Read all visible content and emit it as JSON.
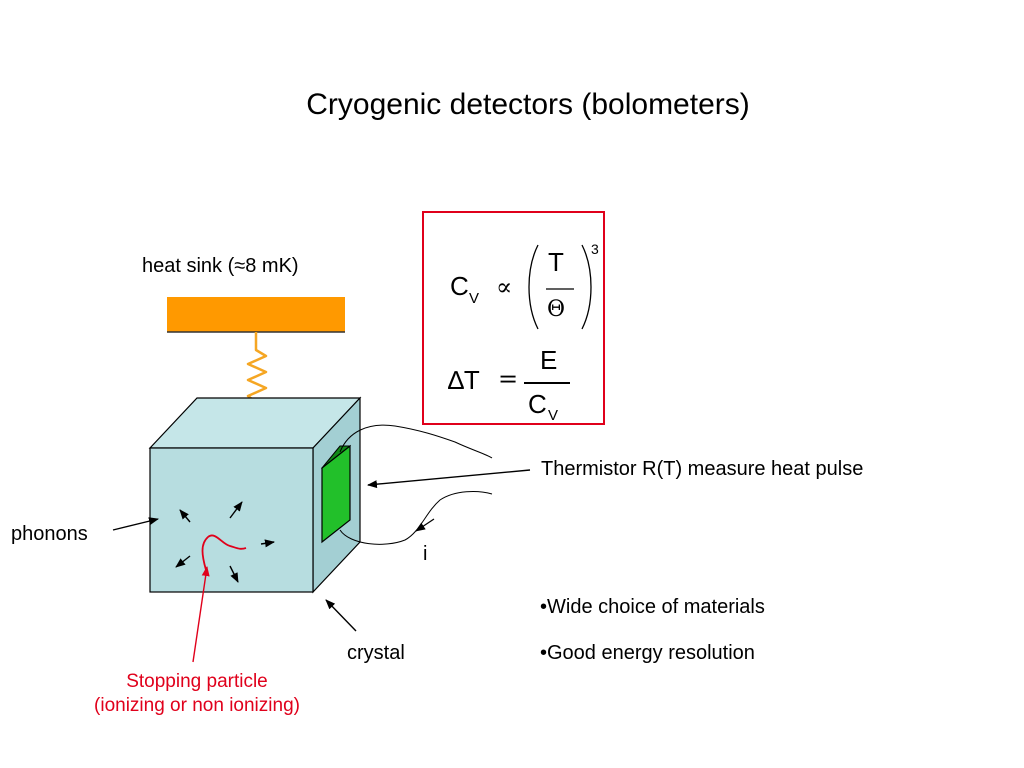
{
  "slide": {
    "title": "Cryogenic detectors (bolometers)"
  },
  "labels": {
    "heat_sink": "heat sink (≈8 mK)",
    "phonons": "phonons",
    "crystal": "crystal",
    "current": "i",
    "thermistor": "Thermistor R(T) measure heat pulse",
    "particle_line1": "Stopping particle",
    "particle_line2": "(ionizing or non ionizing)"
  },
  "formula": {
    "cv_symbol": "C",
    "cv_sub": "V",
    "proportional": "∝",
    "numerator_T": "T",
    "denominator_theta": "Θ",
    "exponent": "3",
    "delta_T": "∆T",
    "equals": "=",
    "numerator_E": "E",
    "denominator_C": "C",
    "denominator_C_sub": "V"
  },
  "bullets": [
    "•Wide choice of materials",
    "•Good energy resolution"
  ],
  "colors": {
    "heat_sink_fill": "#ff9900",
    "spring": "#f5a623",
    "crystal_front": "#b7dde0",
    "crystal_side": "#a3cfd3",
    "thermistor": "#22c02a",
    "accent_red": "#e0001b"
  }
}
